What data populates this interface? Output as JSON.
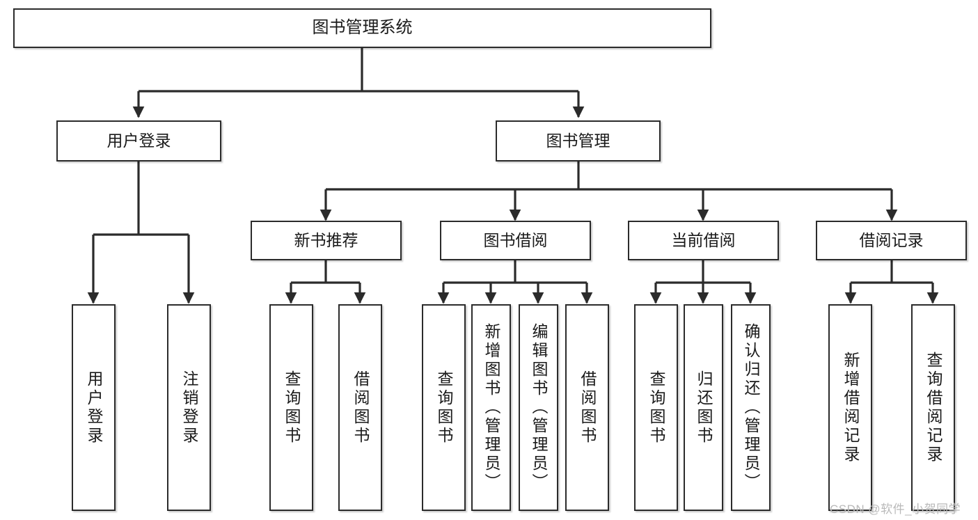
{
  "diagram": {
    "type": "tree",
    "title": "图书管理系统",
    "watermark": "CSDN @软件_小贺同学",
    "colors": {
      "border": "#2b2b2b",
      "fill": "#ffffff",
      "text": "#1a1a1a",
      "connector": "#2b2b2b",
      "watermark": "#b9b9b9"
    },
    "nodes": {
      "root": "图书管理系统",
      "user_login": "用户登录",
      "book_manage": "图书管理",
      "new_book_rec": "新书推荐",
      "book_borrow": "图书借阅",
      "current_borrow": "当前借阅",
      "borrow_record": "借阅记录",
      "leaf_user_login": "用户登录",
      "leaf_logout": "注销登录",
      "leaf_query_book_1": "查询图书",
      "leaf_borrow_book_1": "借阅图书",
      "leaf_query_book_2": "查询图书",
      "leaf_add_book_admin": "新增图书（管理员）",
      "leaf_edit_book_admin": "编辑图书（管理员）",
      "leaf_borrow_book_2": "借阅图书",
      "leaf_query_book_3": "查询图书",
      "leaf_return_book": "归还图书",
      "leaf_confirm_return_admin": "确认归还（管理员）",
      "leaf_add_borrow_record": "新增借阅记录",
      "leaf_query_borrow_record": "查询借阅记录"
    }
  }
}
